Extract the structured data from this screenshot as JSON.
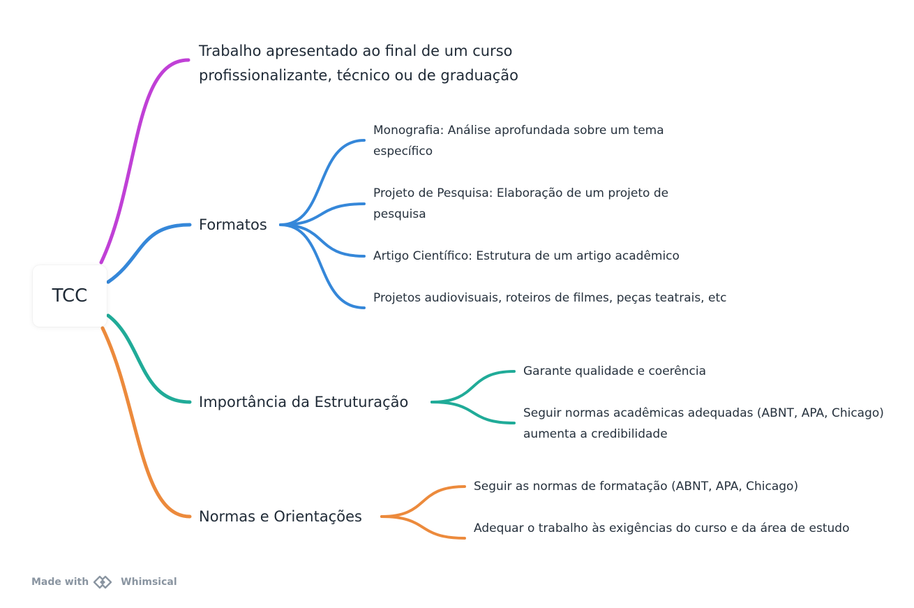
{
  "root": {
    "label": "TCC"
  },
  "branches": [
    {
      "id": "definicao",
      "label": "Trabalho apresentado ao final de um curso profissionalizante, técnico ou de graduação",
      "color": "#c040d6",
      "children": []
    },
    {
      "id": "formatos",
      "label": "Formatos",
      "color": "#3587d9",
      "children": [
        "Monografia: Análise aprofundada sobre um tema específico",
        "Projeto de Pesquisa: Elaboração de um projeto de pesquisa",
        "Artigo Científico: Estrutura de um artigo acadêmico",
        "Projetos audiovisuais, roteiros de filmes, peças teatrais, etc"
      ]
    },
    {
      "id": "importancia",
      "label": "Importância da Estruturação",
      "color": "#20ab98",
      "children": [
        "Garante qualidade e coerência",
        "Seguir normas acadêmicas adequadas (ABNT, APA, Chicago) aumenta a credibilidade"
      ]
    },
    {
      "id": "normas",
      "label": "Normas e Orientações",
      "color": "#ec8a3c",
      "children": [
        "Seguir as normas de formatação (ABNT, APA, Chicago)",
        "Adequar o trabalho às exigências do curso e da área de estudo"
      ]
    }
  ],
  "footer": {
    "made_with": "Made with",
    "brand": "Whimsical",
    "logo_icon": "whimsical-logo-icon"
  }
}
